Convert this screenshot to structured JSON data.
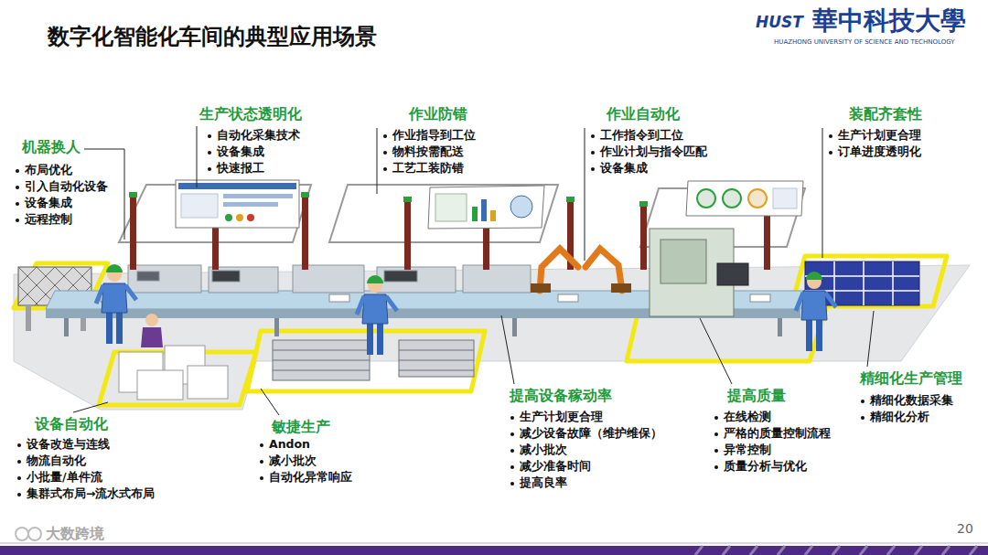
{
  "diagram": {
    "title": "数字化智能化车间的典型应用场景",
    "labels": [
      "華中科技大學",
      "HUAZHONG UNIVERSITY OF SCIENCE AND TECHNOLOGY",
      "HUST",
      "机器换人",
      "布局优化",
      "引入自动化设备",
      "设备集成",
      "远程控制",
      "生产状态透明化",
      "自动化采集技术",
      "设备集成",
      "快速报工",
      "作业防错",
      "作业指导到工位",
      "物料按需配送",
      "工艺工装防错",
      "作业自动化",
      "工作指令到工位",
      "作业计划与指令匹配",
      "设备集成",
      "装配齐套性",
      "生产计划更合理",
      "订单进度透明化",
      "设备自动化",
      "设备改造与连线",
      "物流自动化",
      "小批量/单件流",
      "集群式布局→流水式布局",
      "敏捷生产",
      "Andon",
      "减小批次",
      "自动化异常响应",
      "提高设备稼动率",
      "生产计划更合理",
      "减少设备故障（维护维保）",
      "减小批次",
      "减少准备时间",
      "提高良率",
      "提高质量",
      "在线检测",
      "严格的质量控制流程",
      "异常控制",
      "质量分析与优化",
      "精细化生产管理",
      "精细化数据采集",
      "精细化分析",
      "20",
      "大数跨境"
    ]
  }
}
